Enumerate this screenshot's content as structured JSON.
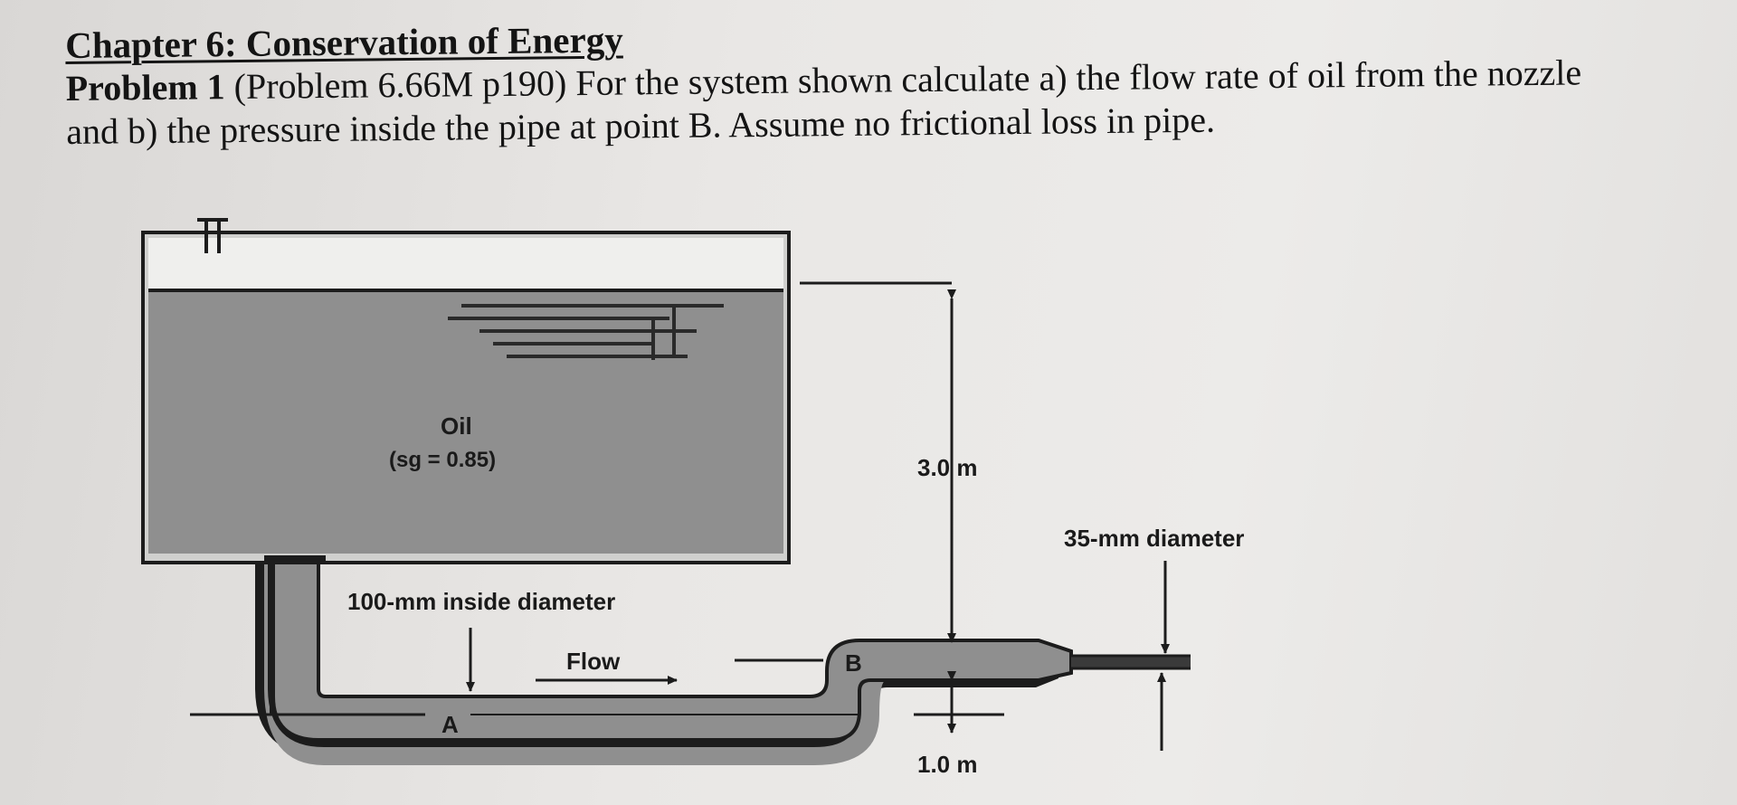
{
  "header": {
    "chapter_title": "Chapter 6: Conservation of Energy",
    "problem_label": "Problem 1",
    "problem_text": " (Problem 6.66M p190) For the system shown calculate a) the flow rate of oil from the nozzle and b) the pressure inside the pipe at point B.  Assume no frictional loss in pipe."
  },
  "diagram": {
    "fluid_name": "Oil",
    "fluid_sg": "(sg = 0.85)",
    "height_label": "3.0 m",
    "drop_label": "1.0 m",
    "pipe_label": "100-mm inside diameter",
    "nozzle_label": "35-mm diameter",
    "flow_label": "Flow",
    "point_a": "A",
    "point_b": "B",
    "colors": {
      "oil": "#8f8f8f",
      "line": "#1c1c1c",
      "background": "#e8e6e4"
    }
  }
}
